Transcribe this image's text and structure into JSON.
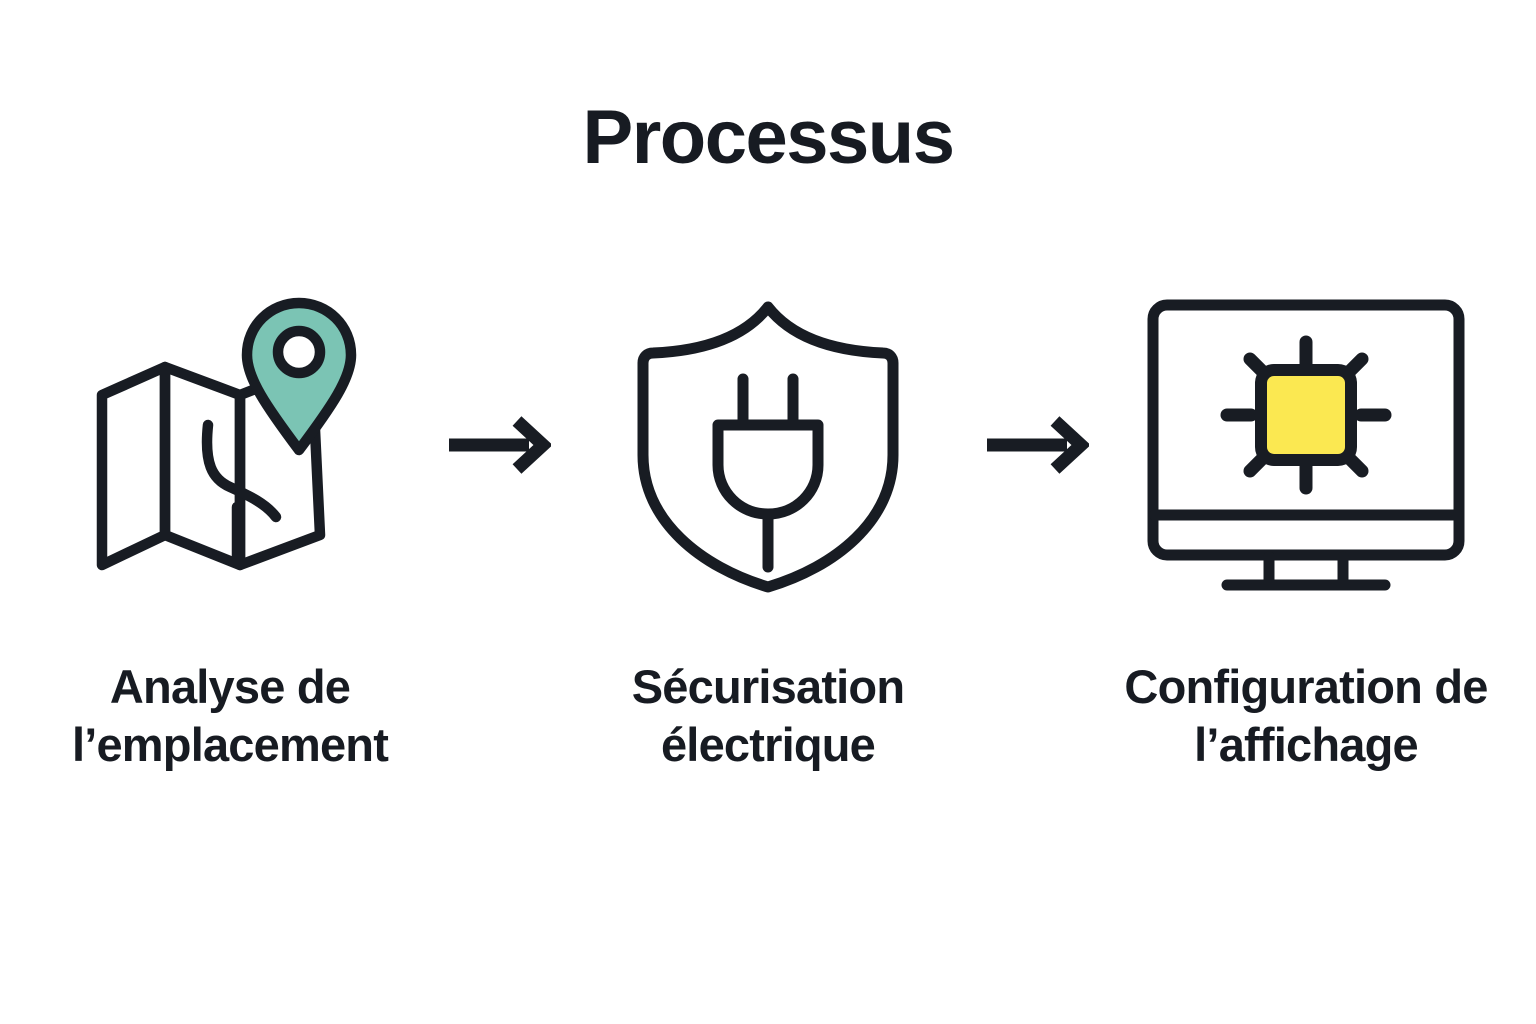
{
  "page": {
    "title": "Processus",
    "background_color": "#FFFFFF",
    "ink_color": "#181C23"
  },
  "palette": {
    "ink": "#181C23",
    "teal_accent": "#7BC4B4",
    "yellow_accent": "#FBE851",
    "white": "#FFFFFF"
  },
  "flow": {
    "arrow_icon_name": "arrow-right-icon",
    "steps": [
      {
        "index": 1,
        "label": "Analyse de l’emplacement",
        "icon_name": "map-location-pin-icon",
        "icon_accent": "#7BC4B4"
      },
      {
        "index": 2,
        "label": "Sécurisation électrique",
        "icon_name": "shield-power-plug-icon",
        "icon_accent": "#181C23"
      },
      {
        "index": 3,
        "label": "Configuration de l’affichage",
        "icon_name": "monitor-brightness-icon",
        "icon_accent": "#FBE851"
      }
    ],
    "arrows": [
      {
        "index": 1,
        "direction": "right"
      },
      {
        "index": 2,
        "direction": "right"
      }
    ]
  }
}
